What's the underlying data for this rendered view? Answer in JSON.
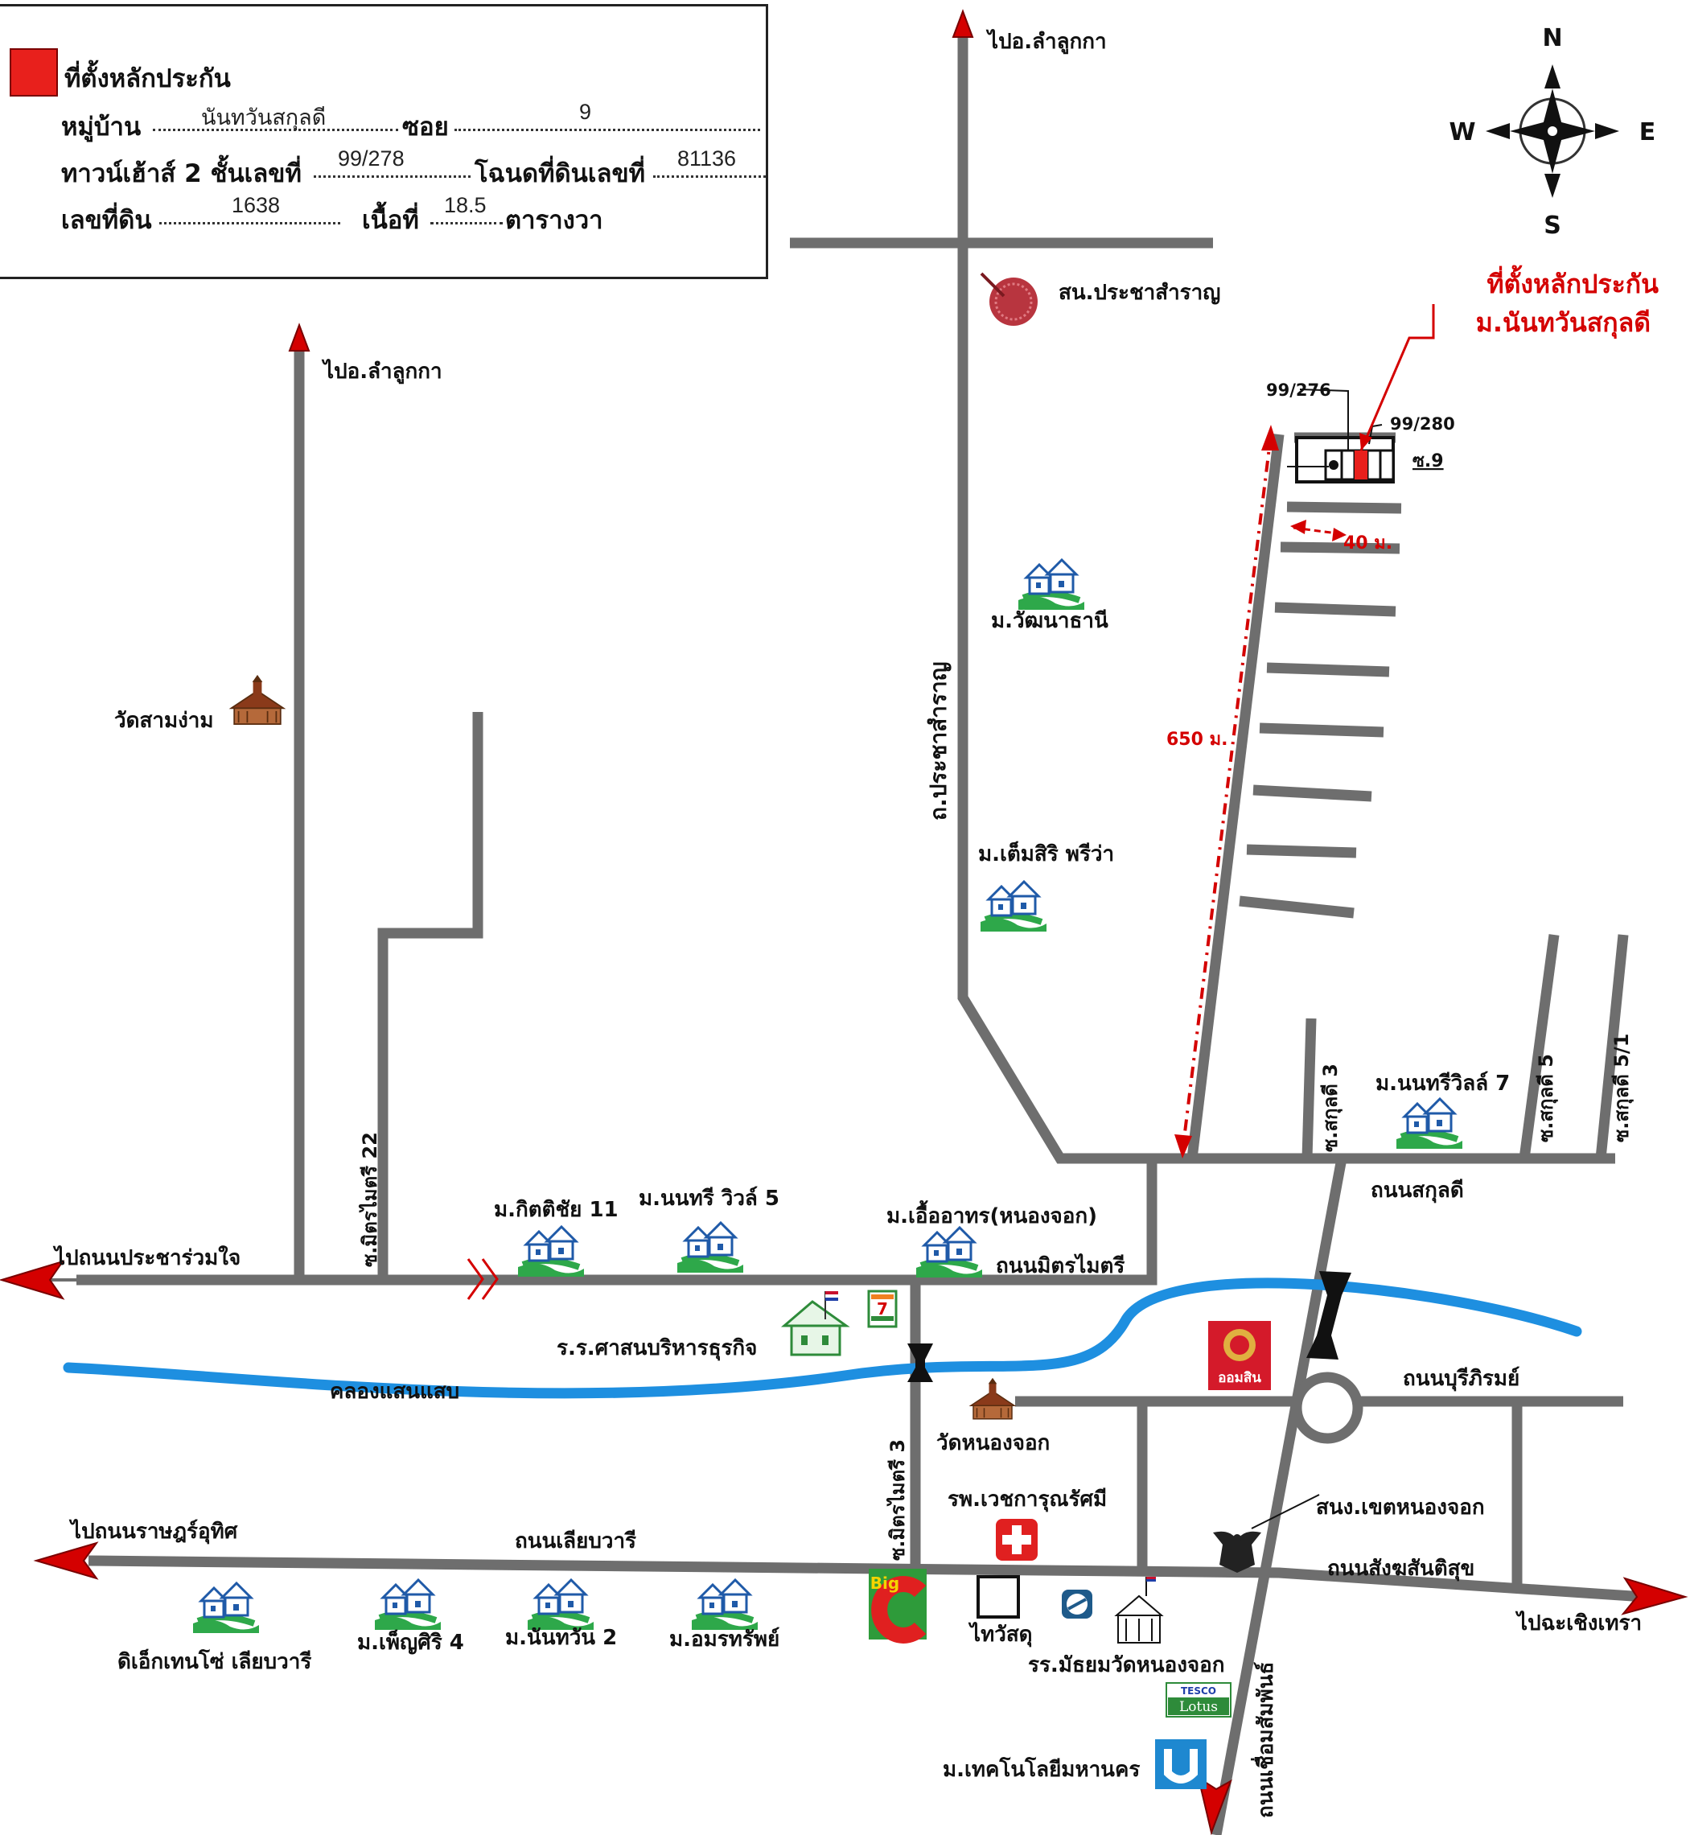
{
  "info_box": {
    "marker_label": "ที่ตั้งหลักประกัน",
    "village_label": "หมู่บ้าน",
    "village_value": "นันทวันสกุลดี",
    "soi_label": "ซอย",
    "soi_value": "9",
    "house_label": "ทาวน์เฮ้าส์ 2 ชั้นเลขที่",
    "house_value": "99/278",
    "deed_label": "โฉนดที่ดินเลขที่",
    "deed_value": "81136",
    "land_no_label": "เลขที่ดิน",
    "land_no_value": "1638",
    "area_label": "เนื้อที่",
    "area_value": "18.5",
    "area_unit": "ตารางวา"
  },
  "compass": {
    "n": "N",
    "s": "S",
    "e": "E",
    "w": "W"
  },
  "labels": {
    "to_lamlukka_1": "ไปอ.ลำลูกกา",
    "to_lamlukka_2": "ไปอ.ลำลูกกา",
    "police": "สน.ประชาสำราญ",
    "collateral_title_1": "ที่ตั้งหลักประกัน",
    "collateral_title_2": "ม.นันทวันสกุลดี",
    "house_left": "99/276",
    "house_right": "99/280",
    "soi9": "ซ.9",
    "dist_40": "40 ม.",
    "dist_650": "650 ม.",
    "watthana": "ม.วัฒนาธานี",
    "prachasamran_rd": "ถ.ประชาสำราญ",
    "temsiri": "ม.เต็มสิริ พรีว่า",
    "wat_sam_ngam": "วัดสามง่าม",
    "mitmaitri22": "ซ.มิตรไมตรี 22",
    "sakul3": "ซ.สกุลดี 3",
    "sakul5": "ซ.สกุลดี 5",
    "sakul51": "ซ.สกุลดี 5/1",
    "nonthree7": "ม.นนทรีวิลล์ 7",
    "sakul_rd": "ถนนสกุลดี",
    "kittichai": "ม.กิตติชัย 11",
    "nonthree5": "ม.นนทรี วิวล์ 5",
    "ueaathon": "ม.เอื้ออาทร(หนองจอก)",
    "to_pracha_ruam_jai": "ไปถนนประชาร่วมใจ",
    "mitmaitri_rd": "ถนนมิตรไมตรี",
    "school_business": "ร.ร.ศาสนบริหารธุรกิจ",
    "canal": "คลองแสนแสบ",
    "mitmaitri3": "ซ.มิตรไมตรี 3",
    "wat_nong_chok": "วัดหนองจอก",
    "aomsin": "ออมสิน",
    "buriphirom_rd": "ถนนบุรีภิรมย์",
    "hospital": "รพ.เวชการุณรัศมี",
    "district_office": "สนง.เขตหนองจอก",
    "to_ratsadon": "ไปถนนราษฎร์อุทิศ",
    "liap_wari_rd": "ถนนเลียบวารี",
    "sangkhom_rd": "ถนนสังฆสันติสุข",
    "to_chachoengsao": "ไปฉะเชิงเทรา",
    "big_c": "Big",
    "thai_watsadu": "ไทวัสดุ",
    "school_wat": "รร.มัธยมวัดหนองจอก",
    "tesco": "TESCO",
    "lotus": "Lotus",
    "technology_univ": "ม.เทคโนโลยีมหานคร",
    "chueam_samphan_rd": "ถนนเชื่อมสัมพันธ์",
    "d_exhibition": "ดิเอ็กเทนโซ่ เลียบวารี",
    "phensiri": "ม.เพ็ญศิริ 4",
    "nanthawan2": "ม.นันทวัน 2",
    "amonsap": "ม.อมรทรัพย์",
    "seven_eleven": "7"
  },
  "colors": {
    "road": "#6e6e6e",
    "canal": "#1e8fe0",
    "marker": "#e8201c",
    "dashed": "#d40000",
    "house_green": "#2ea84a",
    "house_blue": "#1f5aa8"
  }
}
